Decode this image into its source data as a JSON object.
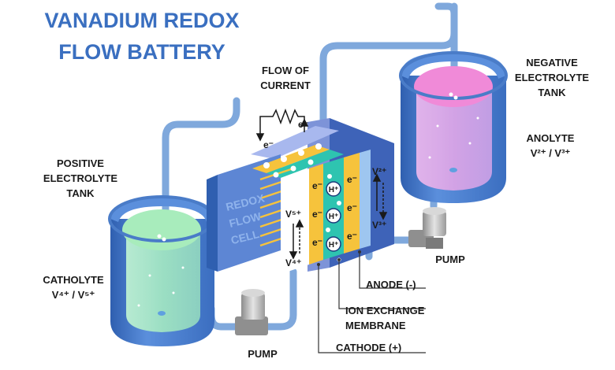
{
  "title": {
    "line1": "VANADIUM REDOX",
    "line2": "FLOW BATTERY"
  },
  "labels": {
    "flow_of_current": [
      "FLOW OF",
      "CURRENT"
    ],
    "negative_tank": [
      "NEGATIVE",
      "ELECTROLYTE",
      "TANK"
    ],
    "positive_tank": [
      "POSITIVE",
      "ELECTROLYTE",
      "TANK"
    ],
    "anolyte": "ANOLYTE",
    "anolyte_ions": "V²⁺ / V³⁺",
    "catholyte": "CATHOLYTE",
    "catholyte_ions": "V⁴⁺ / V⁵⁺",
    "pump_right": "PUMP",
    "pump_bottom": "PUMP",
    "anode": "ANODE (-)",
    "membrane": [
      "ION EXCHANGE",
      "MEMBRANE"
    ],
    "cathode": "CATHODE (+)",
    "cell_text": [
      "REDOX",
      "FLOW",
      "CELL"
    ]
  },
  "cell_symbols": {
    "electron": "e⁻",
    "proton": "H⁺",
    "v5": "V⁵⁺",
    "v4": "V⁴⁺",
    "v2": "V²⁺",
    "v3": "V³⁺"
  },
  "colors": {
    "title": "#3a6fc0",
    "pipe": "#7fa8dc",
    "tank_blue": "#4a7cc8",
    "catholyte_fluid": "#a6e8c4",
    "anolyte_fluid": "#e6a4e0",
    "membrane": "#f6c33c",
    "cell_teal": "#2ec4b0"
  }
}
